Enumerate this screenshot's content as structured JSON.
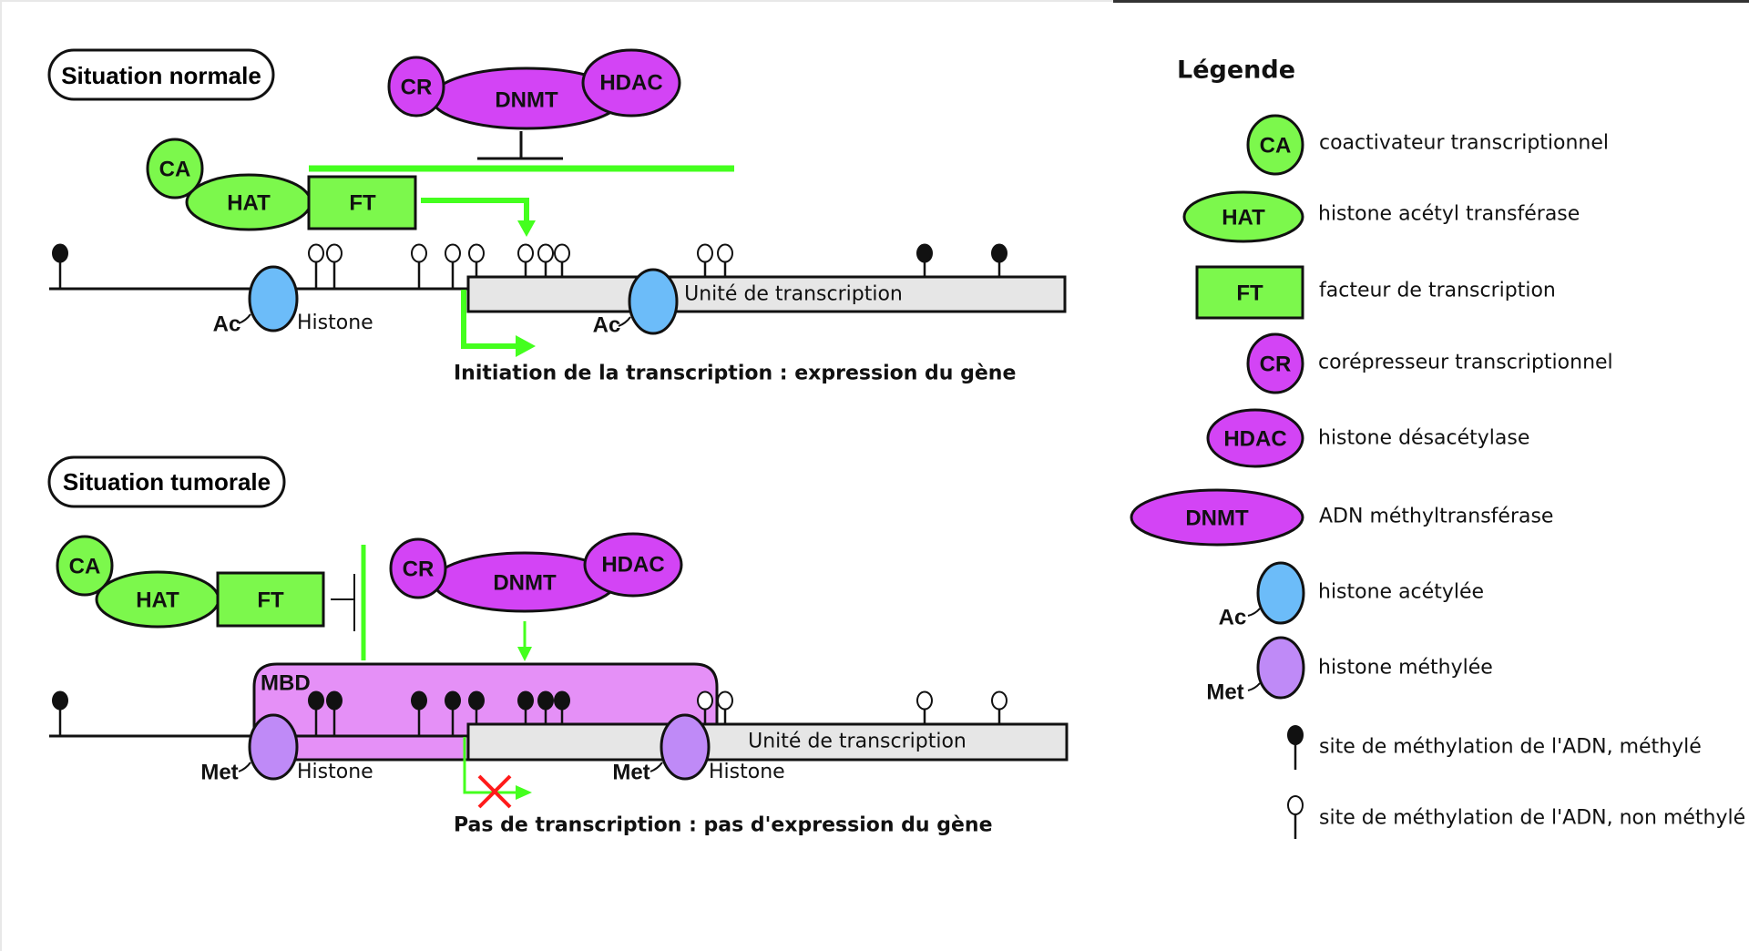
{
  "colors": {
    "green_protein": "#7cf84c",
    "green_line": "#44ff1e",
    "purple_protein": "#d344f5",
    "mbd": "#e590f7",
    "histone_acetylated": "#6cbcf9",
    "histone_methylated": "#bf8af7",
    "transcription_unit": "#e6e6e6",
    "blocked": "#ff1a1a"
  },
  "normal": {
    "title": "Situation normale",
    "proteins": {
      "ca": "CA",
      "hat": "HAT",
      "ft": "FT",
      "cr": "CR",
      "dnmt": "DNMT",
      "hdac": "HDAC"
    },
    "histone_label": "Histone",
    "ac_label": "Ac",
    "unit_label": "Unité de transcription",
    "caption": "Initiation de la transcription : expression du gène",
    "sites": [
      {
        "pos": "promoter-1",
        "methylated": true
      },
      {
        "pos": "promoter-2",
        "methylated": false
      },
      {
        "pos": "promoter-3",
        "methylated": false
      },
      {
        "pos": "promoter-4",
        "methylated": false
      },
      {
        "pos": "promoter-5",
        "methylated": false
      },
      {
        "pos": "promoter-6",
        "methylated": false
      },
      {
        "pos": "unit-1",
        "methylated": false
      },
      {
        "pos": "unit-2",
        "methylated": false
      },
      {
        "pos": "unit-3",
        "methylated": false
      },
      {
        "pos": "unit-4",
        "methylated": false
      },
      {
        "pos": "unit-5",
        "methylated": false
      },
      {
        "pos": "unit-6",
        "methylated": true
      },
      {
        "pos": "unit-7",
        "methylated": true
      }
    ]
  },
  "tumor": {
    "title": "Situation tumorale",
    "proteins": {
      "ca": "CA",
      "hat": "HAT",
      "ft": "FT",
      "cr": "CR",
      "dnmt": "DNMT",
      "hdac": "HDAC",
      "mbd": "MBD"
    },
    "histone_label": "Histone",
    "met_label": "Met",
    "unit_label": "Unité de transcription",
    "caption": "Pas de transcription : pas d'expression du gène",
    "sites": [
      {
        "pos": "promoter-1",
        "methylated": true
      },
      {
        "pos": "promoter-2",
        "methylated": true
      },
      {
        "pos": "promoter-3",
        "methylated": true
      },
      {
        "pos": "promoter-4",
        "methylated": true
      },
      {
        "pos": "promoter-5",
        "methylated": true
      },
      {
        "pos": "promoter-6",
        "methylated": true
      },
      {
        "pos": "unit-1",
        "methylated": true
      },
      {
        "pos": "unit-2",
        "methylated": true
      },
      {
        "pos": "unit-3",
        "methylated": true
      },
      {
        "pos": "unit-4",
        "methylated": false
      },
      {
        "pos": "unit-5",
        "methylated": false
      },
      {
        "pos": "unit-6",
        "methylated": false
      },
      {
        "pos": "unit-7",
        "methylated": false
      }
    ]
  },
  "legend": {
    "title": "Légende",
    "items": [
      {
        "symbol": "CA",
        "label": "coactivateur transcriptionnel"
      },
      {
        "symbol": "HAT",
        "label": "histone acétyl transférase"
      },
      {
        "symbol": "FT",
        "label": "facteur de transcription"
      },
      {
        "symbol": "CR",
        "label": "corépresseur transcriptionnel"
      },
      {
        "symbol": "HDAC",
        "label": "histone désacétylase"
      },
      {
        "symbol": "DNMT",
        "label": "ADN méthyltransférase"
      },
      {
        "symbol": "Ac",
        "label": "histone acétylée"
      },
      {
        "symbol": "Met",
        "label": "histone méthylée"
      },
      {
        "symbol": "",
        "label": "site de méthylation de l'ADN, méthylé"
      },
      {
        "symbol": "",
        "label": "site de méthylation de l'ADN, non méthylé"
      }
    ]
  }
}
